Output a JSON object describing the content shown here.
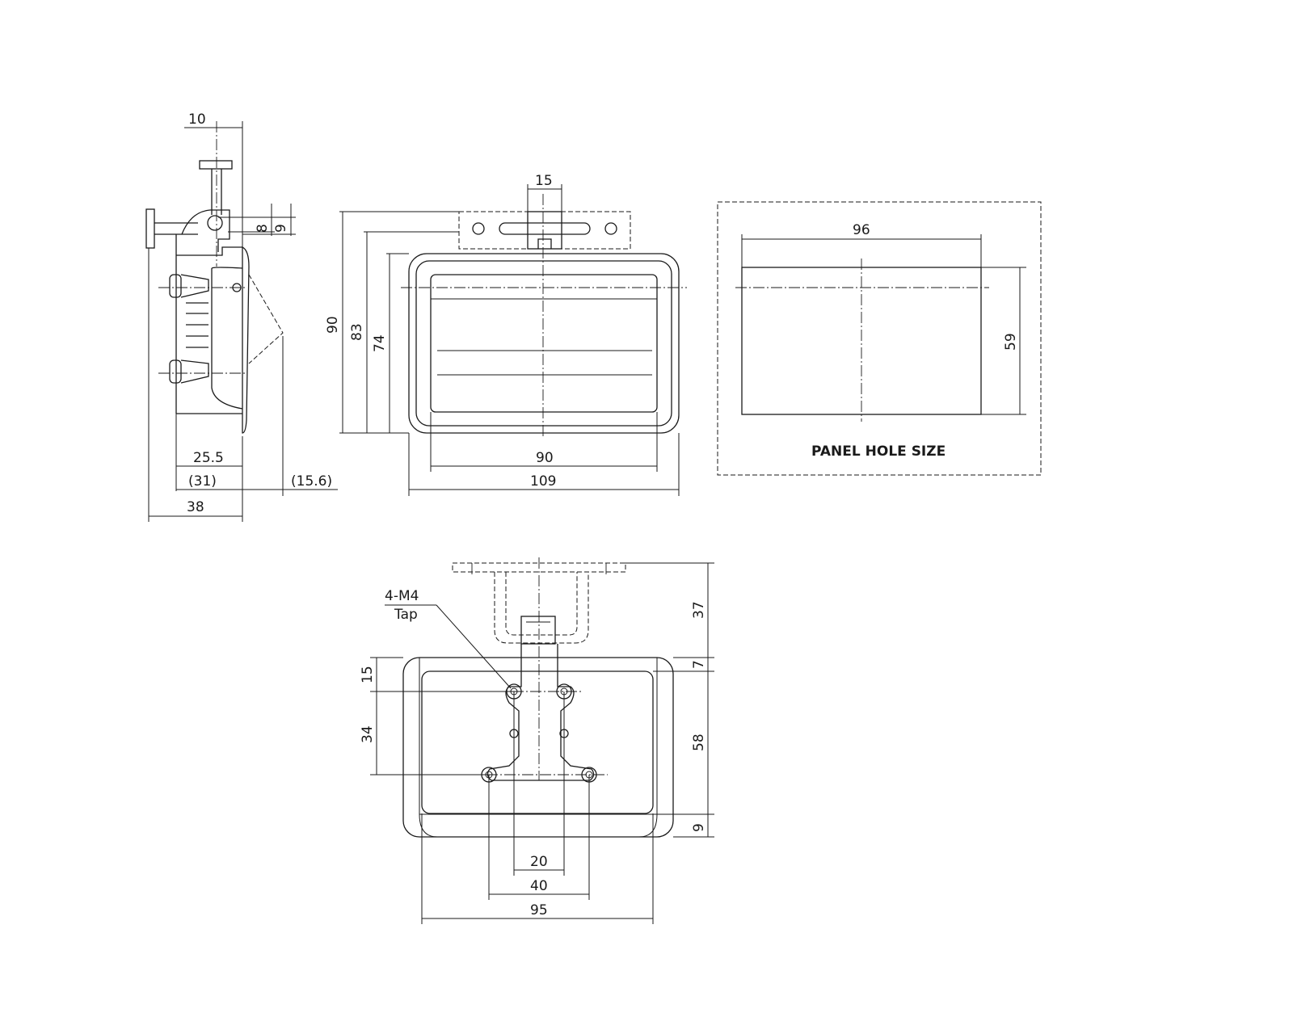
{
  "dims": {
    "side_top_10": "10",
    "side_8": "8",
    "side_9": "9",
    "side_25_5": "25.5",
    "side_31": "(31)",
    "side_15_6": "(15.6)",
    "side_38": "38",
    "front_15": "15",
    "front_90_v": "90",
    "front_83": "83",
    "front_74": "74",
    "front_90_h": "90",
    "front_109": "109",
    "hole_96": "96",
    "hole_59": "59",
    "rear_37": "37",
    "rear_7": "7",
    "rear_58": "58",
    "rear_9": "9",
    "rear_15": "15",
    "rear_34": "34",
    "rear_20": "20",
    "rear_40": "40",
    "rear_95": "95"
  },
  "labels": {
    "panel_hole": "PANEL HOLE SIZE",
    "tap_size": "4-M4",
    "tap": "Tap"
  }
}
